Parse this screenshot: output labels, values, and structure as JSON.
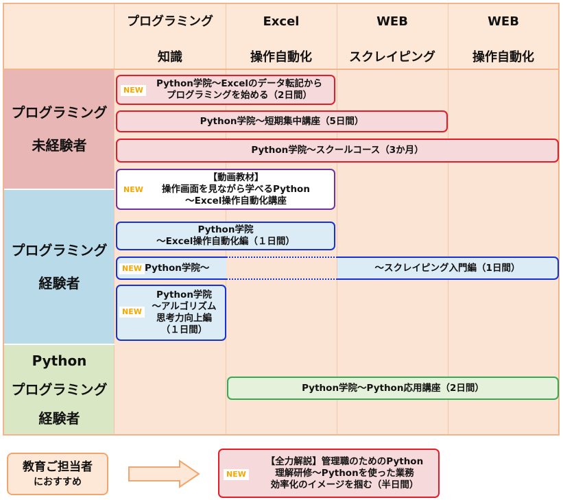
{
  "columns": [
    {
      "line1": "プログラミング",
      "line2": "知識"
    },
    {
      "line1": "Excel",
      "line2": "操作自動化"
    },
    {
      "line1": "WEB",
      "line2": "スクレイピング"
    },
    {
      "line1": "WEB",
      "line2": "操作自動化"
    }
  ],
  "rows": [
    {
      "lines": [
        "プログラミング",
        "未経験者"
      ]
    },
    {
      "lines": [
        "プログラミング",
        "経験者"
      ]
    },
    {
      "lines": [
        "Python",
        "プログラミング",
        "経験者"
      ]
    }
  ],
  "new_label": "NEW",
  "courses": {
    "c1": [
      "Python学院～Excelのデータ転記から",
      "プログラミングを始める（2日間）"
    ],
    "c2": [
      "Python学院～短期集中講座（5日間）"
    ],
    "c3": [
      "Python学院～スクールコース（3か月）"
    ],
    "c4": [
      "【動画教材】",
      "操作画面を見ながら学べるPython",
      "～Excel操作自動化講座"
    ],
    "c5": [
      "Python学院",
      "～Excel操作自動化編（１日間）"
    ],
    "c6_left": "Python学院～",
    "c6_right": "～スクレイピング入門編（1日間）",
    "c7": [
      "Python学院",
      "～アルゴリズム",
      "思考力向上編",
      "（１日間）"
    ],
    "c8": [
      "Python学院～Python応用講座（2日間）"
    ]
  },
  "recommend": {
    "line1": "教育ご担当者",
    "line2": "におすすめ"
  },
  "featured": [
    "【全力解説】管理職のためのPython",
    "理解研修～Pythonを使った業務",
    "効率化のイメージを掴む（半日間）"
  ],
  "colors": {
    "header_bg": "#fde8d8",
    "grid_bg": "#fce4d4",
    "row_unexperienced": "#e8b7b5",
    "row_experienced": "#b9dbe9",
    "row_python": "#d9e7c4",
    "red_border": "#e51b2a",
    "purple_border": "#7030a0",
    "blue_border": "#1630d8",
    "green_border": "#34a853",
    "new_text": "#f5a800"
  }
}
